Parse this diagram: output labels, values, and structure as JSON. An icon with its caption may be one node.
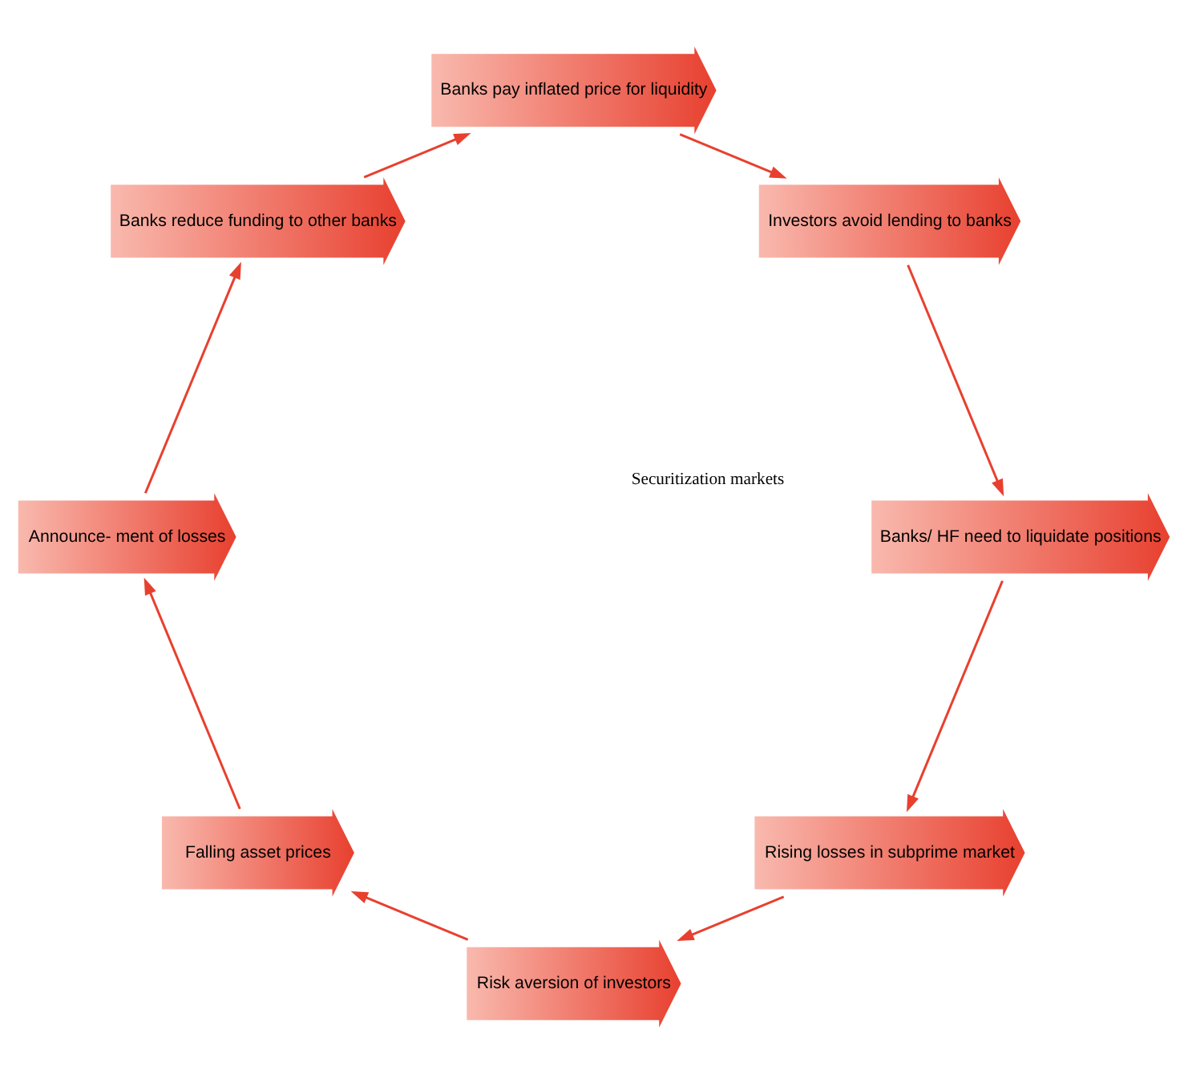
{
  "diagram": {
    "nodes": [
      {
        "text": [
          "Rising losses in subprime market"
        ]
      },
      {
        "text": [
          "Risk aversion of investors"
        ]
      },
      {
        "text": [
          "Falling asset prices"
        ]
      },
      {
        "text": [
          "Announce- ment of losses"
        ]
      },
      {
        "text": [
          "Banks reduce funding to other banks"
        ]
      },
      {
        "text": [
          "Banks pay inflated price for liquidity"
        ]
      },
      {
        "text": [
          "Investors avoid lending to banks"
        ]
      },
      {
        "text": [
          "Banks/ HF need to liquidate positions"
        ]
      },
      {
        "text": [
          "Securitization markets"
        ]
      }
    ],
    "edges": [
      {
        "from": 0,
        "to": 1,
        "arrow": "to"
      },
      {
        "from": 1,
        "to": 2,
        "arrow": "to"
      },
      {
        "from": 2,
        "to": 3,
        "arrow": "to"
      },
      {
        "from": 3,
        "to": 4,
        "arrow": "to"
      },
      {
        "from": 4,
        "to": 5,
        "arrow": "to"
      },
      {
        "from": 5,
        "to": 6,
        "arrow": "to"
      },
      {
        "from": 6,
        "to": 7,
        "arrow": "to"
      },
      {
        "from": 7,
        "to": 0,
        "arrow": "to"
      }
    ]
  }
}
